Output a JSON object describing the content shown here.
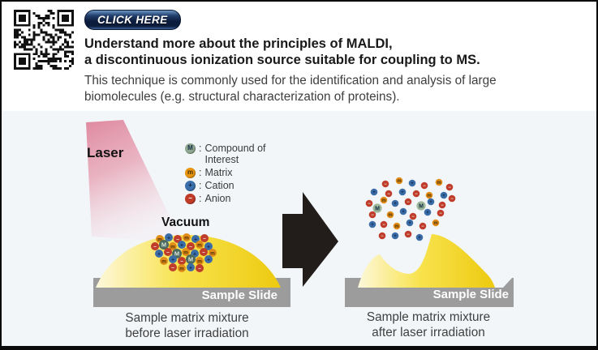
{
  "header": {
    "qr_alt": "QR code",
    "button_label": "CLICK HERE",
    "title_line1": "Understand more about the principles of MALDI,",
    "title_line2": "a discontinuous ionization source suitable for coupling to MS.",
    "description": "This technique is commonly used for the identification and analysis of large biomolecules (e.g. structural characterization of proteins)."
  },
  "diagram": {
    "laser_label": "Laser",
    "vacuum_label": "Vacuum",
    "legend_separator": ":",
    "legend": [
      {
        "symbol": "M",
        "label": "Compound of Interest",
        "color": "#8fa88f",
        "glyph_color": "#17304d"
      },
      {
        "symbol": "m",
        "label": "Matrix",
        "color": "#e8940e",
        "glyph_color": "#45310a"
      },
      {
        "symbol": "+",
        "label": "Cation",
        "color": "#3b6fab",
        "glyph_color": "#0c2340"
      },
      {
        "symbol": "−",
        "label": "Anion",
        "color": "#c03a28",
        "glyph_color": "#ffffff"
      }
    ],
    "before": {
      "slide_label": "Sample Slide",
      "caption_line1": "Sample matrix mixture",
      "caption_line2": "before laser irradiation"
    },
    "after": {
      "slide_label": "Sample Slide",
      "caption_line1": "Sample matrix mixture",
      "caption_line2": "after laser irradiation"
    },
    "colors": {
      "beam_pink": "#df89a0",
      "dome_yellow": "#edca10",
      "dome_pale": "#fdf8dc",
      "slide_gray": "#9c9c9c",
      "arrow_black": "#221d1a",
      "button_navy": "#0c1c3c",
      "background_tint": "#f2f6f9"
    },
    "particle_styles": {
      "anion": {
        "glyph": "−",
        "fill": "#bf3d2a",
        "glyph_color": "#f7ece9"
      },
      "cation": {
        "glyph": "+",
        "fill": "#3a6ca8",
        "glyph_color": "#0d2240"
      },
      "matrix": {
        "glyph": "m",
        "fill": "#e18d17",
        "glyph_color": "#4a2f05"
      },
      "compound": {
        "glyph": "M",
        "fill": "#9db79b",
        "glyph_color": "#122944"
      },
      "compound_dark": {
        "glyph": "M",
        "fill": "#4d6a5e",
        "glyph_color": "#d8e4dc"
      }
    },
    "particles_before": [
      [
        197,
        295,
        "matrix"
      ],
      [
        208,
        293,
        "cation"
      ],
      [
        219,
        295,
        "anion"
      ],
      [
        230,
        293,
        "matrix"
      ],
      [
        241,
        295,
        "cation"
      ],
      [
        252,
        294,
        "anion"
      ],
      [
        191,
        304,
        "anion"
      ],
      [
        202,
        302,
        "compound_dark"
      ],
      [
        213,
        304,
        "matrix"
      ],
      [
        224,
        302,
        "cation"
      ],
      [
        235,
        304,
        "anion"
      ],
      [
        246,
        302,
        "matrix"
      ],
      [
        257,
        304,
        "cation"
      ],
      [
        196,
        313,
        "cation"
      ],
      [
        207,
        311,
        "anion"
      ],
      [
        218,
        313,
        "compound_dark"
      ],
      [
        229,
        311,
        "matrix"
      ],
      [
        240,
        313,
        "cation"
      ],
      [
        251,
        311,
        "anion"
      ],
      [
        262,
        312,
        "matrix"
      ],
      [
        202,
        322,
        "matrix"
      ],
      [
        213,
        320,
        "cation"
      ],
      [
        224,
        322,
        "anion"
      ],
      [
        235,
        320,
        "compound_dark"
      ],
      [
        246,
        322,
        "matrix"
      ],
      [
        257,
        320,
        "cation"
      ],
      [
        213,
        330,
        "anion"
      ],
      [
        224,
        331,
        "matrix"
      ],
      [
        235,
        330,
        "cation"
      ],
      [
        246,
        331,
        "anion"
      ]
    ],
    "particles_after": [
      [
        475,
        227,
        "anion"
      ],
      [
        492,
        223,
        "matrix"
      ],
      [
        508,
        226,
        "cation"
      ],
      [
        523,
        229,
        "anion"
      ],
      [
        541,
        225,
        "matrix"
      ],
      [
        554,
        231,
        "anion"
      ],
      [
        461,
        237,
        "cation"
      ],
      [
        479,
        239,
        "anion"
      ],
      [
        496,
        237,
        "cation"
      ],
      [
        513,
        239,
        "anion"
      ],
      [
        529,
        241,
        "matrix"
      ],
      [
        547,
        241,
        "cation"
      ],
      [
        455,
        251,
        "anion"
      ],
      [
        473,
        247,
        "matrix"
      ],
      [
        487,
        251,
        "cation"
      ],
      [
        503,
        249,
        "anion"
      ],
      [
        531,
        249,
        "cation"
      ],
      [
        545,
        253,
        "anion"
      ],
      [
        557,
        245,
        "anion"
      ],
      [
        459,
        265,
        "anion"
      ],
      [
        481,
        265,
        "matrix"
      ],
      [
        497,
        261,
        "cation"
      ],
      [
        509,
        267,
        "anion"
      ],
      [
        527,
        262,
        "cation"
      ],
      [
        543,
        263,
        "anion"
      ],
      [
        465,
        257,
        "compound"
      ],
      [
        519,
        254,
        "compound"
      ],
      [
        459,
        277,
        "cation"
      ],
      [
        473,
        277,
        "anion"
      ],
      [
        489,
        279,
        "matrix"
      ],
      [
        505,
        275,
        "cation"
      ],
      [
        521,
        279,
        "anion"
      ],
      [
        537,
        275,
        "matrix"
      ],
      [
        471,
        291,
        "anion"
      ],
      [
        487,
        291,
        "cation"
      ],
      [
        503,
        289,
        "anion"
      ],
      [
        517,
        293,
        "cation"
      ]
    ]
  }
}
